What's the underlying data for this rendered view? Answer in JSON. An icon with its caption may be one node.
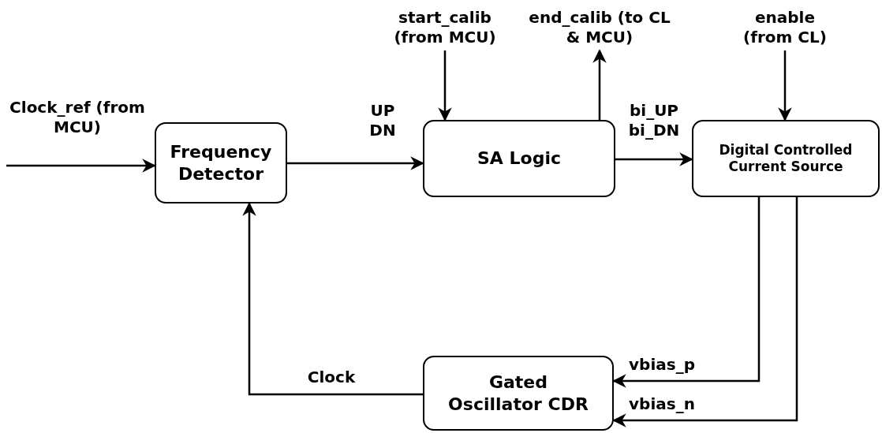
{
  "diagram": {
    "nodes": [
      {
        "text": [
          "Frequency Detector"
        ]
      },
      {
        "text": [
          "SA Logic"
        ]
      },
      {
        "text": [
          "Digital Controlled Current Source"
        ]
      },
      {
        "text": [
          "Gated Oscillator CDR"
        ]
      },
      {
        "text": [
          "start_calib (from MCU)"
        ]
      },
      {
        "text": [
          "end_calib (to CL & MCU)"
        ]
      },
      {
        "text": [
          "enable (from CL)"
        ]
      }
    ],
    "edges": [
      {
        "from": null,
        "to": 0,
        "arrow": "to",
        "label": "Clock_ref (from MCU)"
      },
      {
        "from": 0,
        "to": 1,
        "arrow": "to",
        "label": "UP DN"
      },
      {
        "from": 4,
        "to": 1,
        "arrow": "to"
      },
      {
        "from": 1,
        "to": 5,
        "arrow": "to"
      },
      {
        "from": 1,
        "to": 2,
        "arrow": "to",
        "label": "bi_UP bi_DN"
      },
      {
        "from": 6,
        "to": 2,
        "arrow": "to"
      },
      {
        "from": 2,
        "to": 3,
        "arrow": "to",
        "label": "vbias_p"
      },
      {
        "from": 2,
        "to": 3,
        "arrow": "to",
        "label": "vbias_n"
      },
      {
        "from": 3,
        "to": 0,
        "arrow": "to",
        "label": "Clock"
      }
    ]
  }
}
